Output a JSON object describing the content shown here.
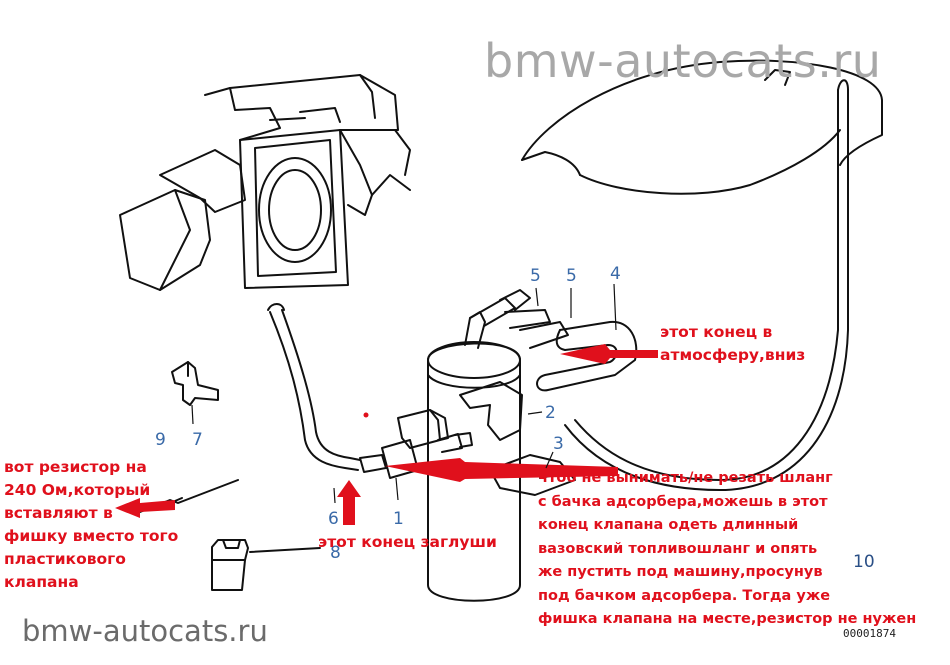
{
  "watermark_top": "bmw-autocats.ru",
  "watermark_bottom": "bmw-autocats.ru",
  "part_number": "00001874",
  "callouts": {
    "c1": "1",
    "c2": "2",
    "c3": "3",
    "c4": "4",
    "c5a": "5",
    "c5b": "5",
    "c6": "6",
    "c7": "7",
    "c8": "8",
    "c9": "9",
    "c10": "10"
  },
  "notes": {
    "atmosphere": "этот конец в\nатмосферу,вниз",
    "plug": "этот конец заглуши",
    "resistor": "вот резистор на\n240 Ом,который\nвставляют в\nфишку вместо того\nпластикового\nклапана",
    "hose": "чтоб не вынимать/не резать шланг\nс бачка адсорбера,можешь в этот\nконец клапана одеть длинный\nвазовский топливошланг и опять\nже пустить под машину,просунув\nпод бачком адсорбера. Тогда уже\nфишка клапана на месте,резистор не нужен"
  },
  "colors": {
    "annotation": "#e0101c",
    "callout": "#3a6aa8",
    "watermark": "#a8a8a8"
  }
}
